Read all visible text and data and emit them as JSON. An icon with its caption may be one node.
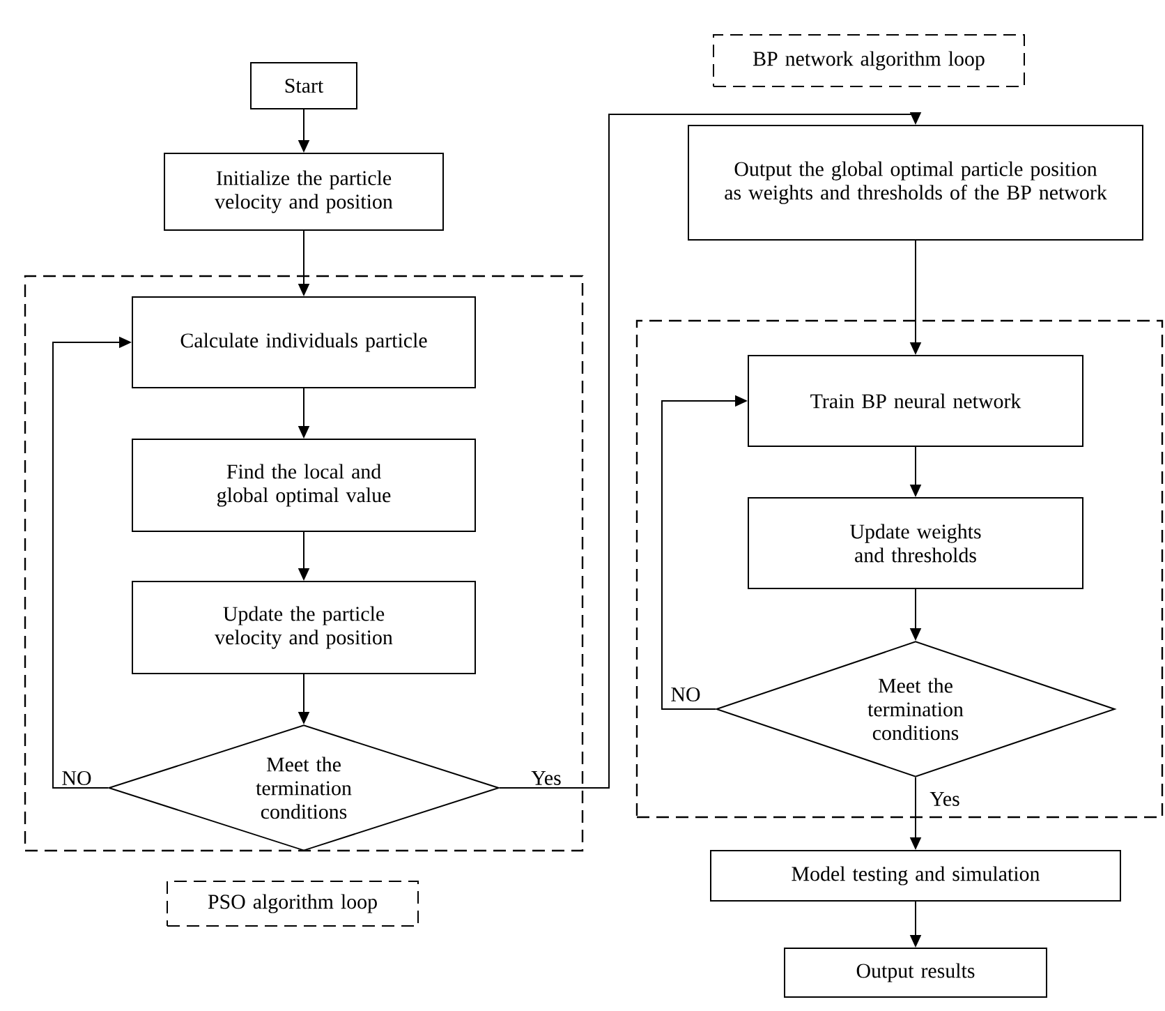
{
  "diagram": {
    "nodes": [
      {
        "text": [
          "Start"
        ]
      },
      {
        "text": [
          "Initialize the particle velocity and position"
        ]
      },
      {
        "text": [],
        "shape": "box"
      },
      {
        "text": [
          "Calculate individuals particle"
        ],
        "in": 2
      },
      {
        "text": [
          "Find the local and global optimal value"
        ],
        "in": 2
      },
      {
        "text": [
          "Update the particle velocity and position"
        ],
        "in": 2
      },
      {
        "text": [
          "Meet the termination conditions"
        ],
        "in": 2
      },
      {
        "text": [
          "PSO algorithm loop"
        ]
      },
      {
        "text": [
          "BP network algorithm loop"
        ]
      },
      {
        "text": [
          "Output the global optimal particle position as weights and thresholds of the BP network"
        ]
      },
      {
        "text": [],
        "shape": "box"
      },
      {
        "text": [
          "Train BP neural network"
        ],
        "in": 10
      },
      {
        "text": [
          "Update weights and thresholds"
        ],
        "in": 10
      },
      {
        "text": [
          "Meet the termination conditions"
        ],
        "in": 10
      },
      {
        "text": [
          "Model testing and simulation"
        ]
      },
      {
        "text": [
          "Output results"
        ]
      }
    ],
    "edges": [
      {
        "from": 0,
        "to": 1,
        "arrow": "to"
      },
      {
        "from": 1,
        "to": 3,
        "arrow": "to"
      },
      {
        "from": 3,
        "to": 4,
        "arrow": "to"
      },
      {
        "from": 4,
        "to": 5,
        "arrow": "to"
      },
      {
        "from": 5,
        "to": 6,
        "arrow": "to"
      },
      {
        "from": 6,
        "to": 3,
        "arrow": "to",
        "label": "NO"
      },
      {
        "from": 6,
        "to": 9,
        "arrow": "to",
        "label": "Yes"
      },
      {
        "from": 9,
        "to": 11,
        "arrow": "to"
      },
      {
        "from": 11,
        "to": 12,
        "arrow": "to"
      },
      {
        "from": 12,
        "to": 13,
        "arrow": "to"
      },
      {
        "from": 13,
        "to": 11,
        "arrow": "to",
        "label": "NO"
      },
      {
        "from": 13,
        "to": 14,
        "arrow": "to",
        "label": "Yes"
      },
      {
        "from": 14,
        "to": 15,
        "arrow": "to"
      }
    ]
  }
}
